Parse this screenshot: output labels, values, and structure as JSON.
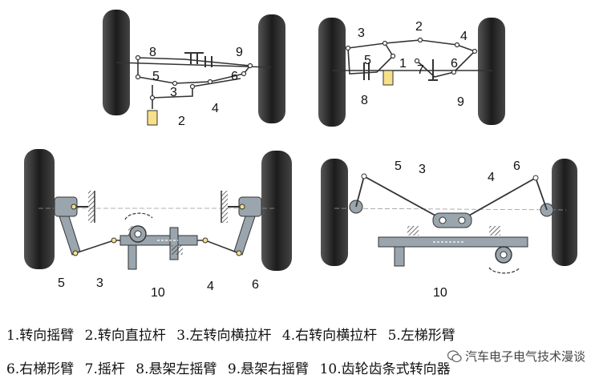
{
  "labels": {
    "tl": [
      "8",
      "9",
      "5",
      "6",
      "3",
      "2",
      "4"
    ],
    "tr": [
      "3",
      "2",
      "4",
      "5",
      "1",
      "7",
      "6",
      "8",
      "9"
    ],
    "bl": [
      "5",
      "3",
      "10",
      "4",
      "6"
    ],
    "br": [
      "5",
      "3",
      "4",
      "6",
      "10"
    ]
  },
  "legend": {
    "row1": [
      "1.转向摇臂",
      "2.转向直拉杆",
      "3.左转向横拉杆",
      "4.右转向横拉杆",
      "5.左梯形臂"
    ],
    "row2": [
      "6.右梯形臂",
      "7.摇杆",
      "8.悬架左摇臂",
      "9.悬架右摇臂",
      "10.齿轮齿条式转向器"
    ]
  },
  "watermark": "汽车电子电气技术漫谈",
  "colors": {
    "wheel": "#2b2b2b",
    "link": "#333333",
    "gear": "#9aa5ad",
    "accent": "#f6e08a"
  }
}
